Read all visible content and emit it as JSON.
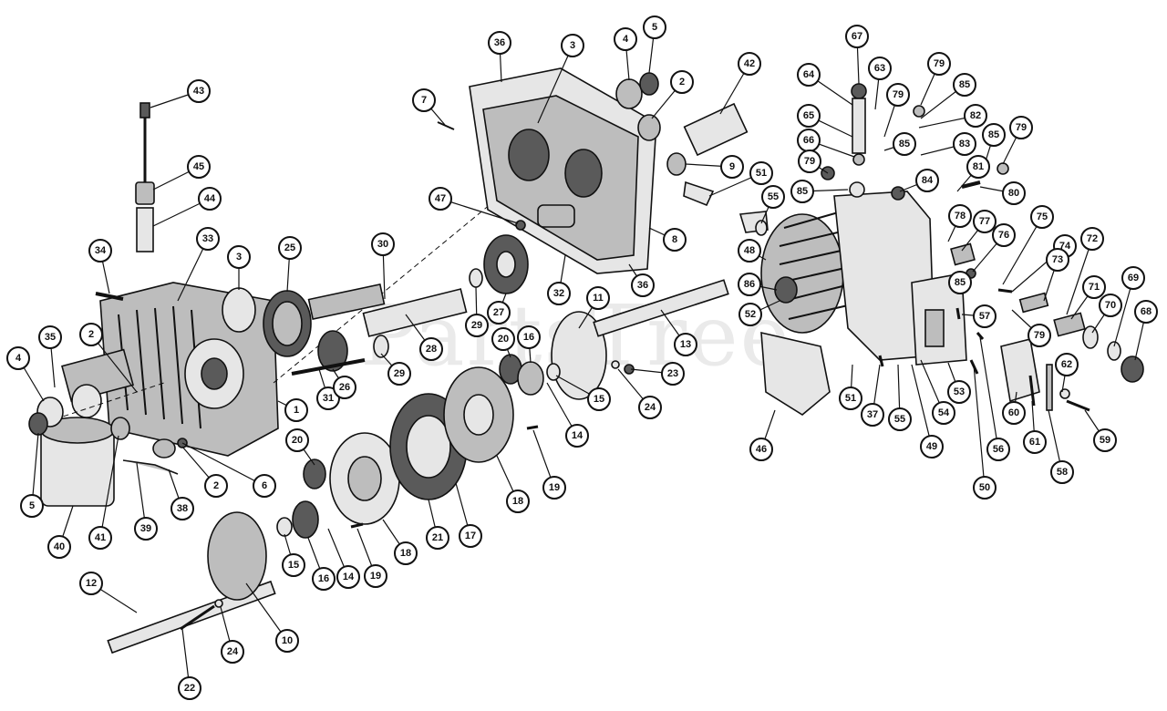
{
  "watermark": "PartsTree",
  "callout_labels": {
    "c43": "43",
    "c45": "45",
    "c44": "44",
    "c34": "34",
    "c33": "33",
    "c3a": "3",
    "c25": "25",
    "c35": "35",
    "c2a": "2",
    "c4a": "4",
    "c5a": "5",
    "c40": "40",
    "c41": "41",
    "c39": "39",
    "c38": "38",
    "c2b": "2",
    "c6": "6",
    "c1": "1",
    "c31": "31",
    "c26": "26",
    "c29a": "29",
    "c28": "28",
    "c30": "30",
    "c20a": "20",
    "c16a": "16",
    "c15a": "15",
    "c14a": "14",
    "c19a": "19",
    "c18a": "18",
    "c21": "21",
    "c17": "17",
    "c18b": "18",
    "c19b": "19",
    "c12": "12",
    "c10": "10",
    "c24a": "24",
    "c22": "22",
    "c36a": "36",
    "c3b": "3",
    "c4b": "4",
    "c5b": "5",
    "c2c": "2",
    "c7": "7",
    "c42": "42",
    "c9": "9",
    "c8": "8",
    "c36b": "36",
    "c32": "32",
    "c47": "47",
    "c27": "27",
    "c29b": "29",
    "c11": "11",
    "c13": "13",
    "c20b": "20",
    "c16b": "16",
    "c15b": "15",
    "c14b": "14",
    "c23": "23",
    "c24b": "24",
    "c51a": "51",
    "c55a": "55",
    "c48": "48",
    "c86": "86",
    "c52": "52",
    "c46": "46",
    "c51b": "51",
    "c37": "37",
    "c55b": "55",
    "c67": "67",
    "c64": "64",
    "c63": "63",
    "c79a": "79",
    "c79b": "79",
    "c85a": "85",
    "c82": "82",
    "c65": "65",
    "c66": "66",
    "c85b": "85",
    "c83": "83",
    "c85c": "85",
    "c79c": "79",
    "c79d": "79",
    "c85d": "85",
    "c84": "84",
    "c81": "81",
    "c80": "80",
    "c78": "78",
    "c77": "77",
    "c76": "76",
    "c75": "75",
    "c74": "74",
    "c73": "73",
    "c72": "72",
    "c85e": "85",
    "c57": "57",
    "c79e": "79",
    "c71": "71",
    "c70": "70",
    "c69": "69",
    "c68": "68",
    "c54": "54",
    "c53": "53",
    "c49": "49",
    "c56": "56",
    "c50": "50",
    "c60": "60",
    "c62": "62",
    "c61": "61",
    "c58": "58",
    "c59": "59"
  }
}
